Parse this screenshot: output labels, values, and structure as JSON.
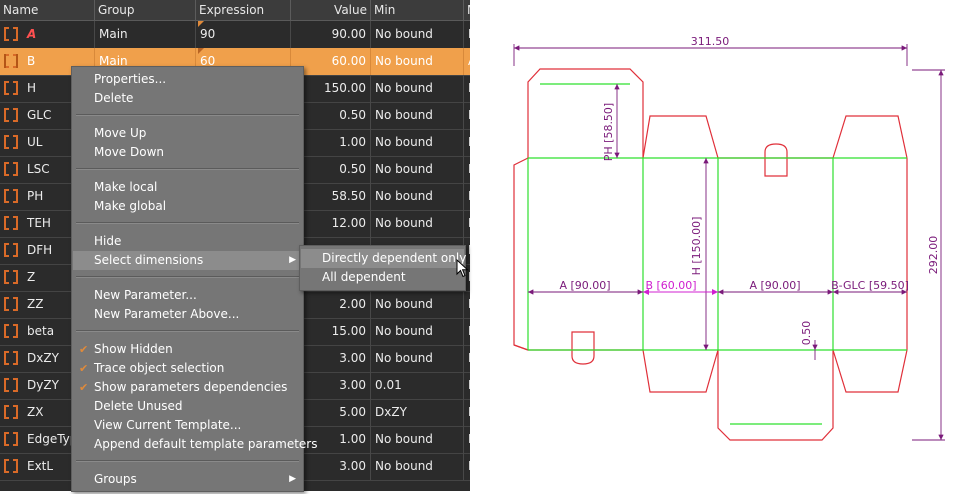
{
  "grid": {
    "headers": [
      "Name",
      "Group",
      "Expression",
      "Value",
      "Min",
      "M"
    ],
    "rows": [
      {
        "name": "A",
        "group": "Main",
        "expression": "90",
        "value": "90.00",
        "min": "No bound",
        "max": "M",
        "selected": false,
        "special": true
      },
      {
        "name": "B",
        "group": "Main",
        "expression": "60",
        "value": "60.00",
        "min": "No bound",
        "max": "A",
        "selected": true,
        "special": false
      },
      {
        "name": "H",
        "group": "",
        "expression": "",
        "value": "150.00",
        "min": "No bound",
        "max": "N",
        "selected": false,
        "special": false
      },
      {
        "name": "GLC",
        "group": "",
        "expression": "",
        "value": "0.50",
        "min": "No bound",
        "max": "N",
        "selected": false,
        "special": false
      },
      {
        "name": "UL",
        "group": "",
        "expression": "",
        "value": "1.00",
        "min": "No bound",
        "max": "N",
        "selected": false,
        "special": false
      },
      {
        "name": "LSC",
        "group": "",
        "expression": "",
        "value": "0.50",
        "min": "No bound",
        "max": "N",
        "selected": false,
        "special": false
      },
      {
        "name": "PH",
        "group": "",
        "expression": "",
        "value": "58.50",
        "min": "No bound",
        "max": "N",
        "selected": false,
        "special": false
      },
      {
        "name": "TEH",
        "group": "",
        "expression": "",
        "value": "12.00",
        "min": "No bound",
        "max": "N",
        "selected": false,
        "special": false
      },
      {
        "name": "DFH",
        "group": "",
        "expression": "",
        "value": "",
        "min": "",
        "max": "N",
        "selected": false,
        "special": false
      },
      {
        "name": "Z",
        "group": "",
        "expression": "",
        "value": "",
        "min": "",
        "max": "N",
        "selected": false,
        "special": false
      },
      {
        "name": "ZZ",
        "group": "",
        "expression": "",
        "value": "2.00",
        "min": "No bound",
        "max": "N",
        "selected": false,
        "special": false
      },
      {
        "name": "beta",
        "group": "",
        "expression": "",
        "value": "15.00",
        "min": "No bound",
        "max": "N",
        "selected": false,
        "special": false
      },
      {
        "name": "DxZY",
        "group": "",
        "expression": "",
        "value": "3.00",
        "min": "No bound",
        "max": "N",
        "selected": false,
        "special": false
      },
      {
        "name": "DyZY",
        "group": "",
        "expression": "",
        "value": "3.00",
        "min": "0.01",
        "max": "N",
        "selected": false,
        "special": false
      },
      {
        "name": "ZX",
        "group": "",
        "expression": "",
        "value": "5.00",
        "min": "DxZY",
        "max": "N",
        "selected": false,
        "special": false
      },
      {
        "name": "EdgeTyp",
        "group": "",
        "expression": "",
        "value": "1.00",
        "min": "No bound",
        "max": "N",
        "selected": false,
        "special": false
      },
      {
        "name": "ExtL",
        "group": "",
        "expression": "",
        "value": "3.00",
        "min": "No bound",
        "max": "N",
        "selected": false,
        "special": false
      }
    ]
  },
  "context_menu": {
    "items": [
      {
        "label": "Properties...",
        "checked": false,
        "submenu": false,
        "highlighted": false
      },
      {
        "label": "Delete",
        "checked": false,
        "submenu": false,
        "highlighted": false
      },
      {
        "label": "Move Up",
        "checked": false,
        "submenu": false,
        "highlighted": false
      },
      {
        "label": "Move Down",
        "checked": false,
        "submenu": false,
        "highlighted": false
      },
      {
        "label": "Make local",
        "checked": false,
        "submenu": false,
        "highlighted": false
      },
      {
        "label": "Make global",
        "checked": false,
        "submenu": false,
        "highlighted": false
      },
      {
        "label": "Hide",
        "checked": false,
        "submenu": false,
        "highlighted": false
      },
      {
        "label": "Select dimensions",
        "checked": false,
        "submenu": true,
        "highlighted": true
      },
      {
        "label": "New Parameter...",
        "checked": false,
        "submenu": false,
        "highlighted": false
      },
      {
        "label": "New Parameter Above...",
        "checked": false,
        "submenu": false,
        "highlighted": false
      },
      {
        "label": "Show Hidden",
        "checked": true,
        "submenu": false,
        "highlighted": false
      },
      {
        "label": "Trace object selection",
        "checked": true,
        "submenu": false,
        "highlighted": false
      },
      {
        "label": "Show parameters dependencies",
        "checked": true,
        "submenu": false,
        "highlighted": false
      },
      {
        "label": "Delete Unused",
        "checked": false,
        "submenu": false,
        "highlighted": false
      },
      {
        "label": "View Current Template...",
        "checked": false,
        "submenu": false,
        "highlighted": false
      },
      {
        "label": "Append default template parameters",
        "checked": false,
        "submenu": false,
        "highlighted": false
      },
      {
        "label": "Groups",
        "checked": false,
        "submenu": true,
        "highlighted": false
      }
    ]
  },
  "submenu": {
    "items": [
      {
        "label": "Directly dependent only",
        "highlighted": true
      },
      {
        "label": "All dependent",
        "highlighted": false
      }
    ]
  },
  "drawing": {
    "dims": {
      "overall_width": "311.50",
      "overall_height": "292.00",
      "ph": "PH [58.50]",
      "h": "H [150.00]",
      "a1": "A [90.00]",
      "b": "B [60.00]",
      "a2": "A [90.00]",
      "glc": "B-GLC [59.50]",
      "gap": "0.50"
    },
    "colors": {
      "cut": "#e0303a",
      "crease": "#2ee02e",
      "dim": "#7a1a7a",
      "highlight": "#d020d0"
    }
  }
}
